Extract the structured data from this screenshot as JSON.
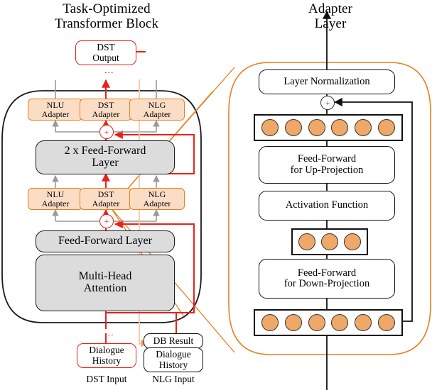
{
  "titles": {
    "left_line1": "Task-Optimized",
    "left_line2": "Transformer Block",
    "right_line1": "Adapter",
    "right_line2": "Layer"
  },
  "left_panel": {
    "output_box": {
      "line1": "DST",
      "line2": "Output"
    },
    "adapters_top": [
      {
        "line1": "NLU",
        "line2": "Adapter"
      },
      {
        "line1": "DST",
        "line2": "Adapter"
      },
      {
        "line1": "NLG",
        "line2": "Adapter"
      }
    ],
    "adapters_bottom": [
      {
        "line1": "NLU",
        "line2": "Adapter"
      },
      {
        "line1": "DST",
        "line2": "Adapter"
      },
      {
        "line1": "NLG",
        "line2": "Adapter"
      }
    ],
    "ff2_box": {
      "line1": "2 x Feed-Forward",
      "line2": "Layer"
    },
    "ff_box": {
      "line1": "Feed-Forward Layer"
    },
    "attention_box": {
      "line1": "Multi-Head",
      "line2": "Attention"
    },
    "add_symbol_top": "+",
    "add_symbol_bottom": "+",
    "inputs": {
      "dst": {
        "line1": "Dialogue",
        "line2": "History"
      },
      "db_result": "DB Result",
      "nlg": {
        "line1": "Dialogue",
        "line2": "History"
      }
    },
    "captions": {
      "dst": "DST Input",
      "nlg": "NLG Input"
    },
    "vertical_dots": "⋮"
  },
  "right_panel": {
    "layer_norm": "Layer Normalization",
    "up_projection": {
      "line1": "Feed-Forward",
      "line2": "for Up-Projection"
    },
    "activation": "Activation Function",
    "down_projection": {
      "line1": "Feed-Forward",
      "line2": "for Down-Projection"
    },
    "add_symbol": "+",
    "neuron_rows": [
      {
        "name": "output-neurons",
        "count": 6
      },
      {
        "name": "bottleneck-neurons",
        "count": 3
      },
      {
        "name": "input-neurons",
        "count": 6
      }
    ]
  },
  "colors": {
    "adapter_fill": "#fbddc6",
    "adapter_stroke": "#e8801f",
    "neuron_fill": "#f0a868",
    "dst_path": "#e8221a",
    "shared_path": "#9a9a9a",
    "nlg_path": "#f6c9a8",
    "block_stroke": "#1a1a1a",
    "gray_fill": "#dcdcdc"
  }
}
